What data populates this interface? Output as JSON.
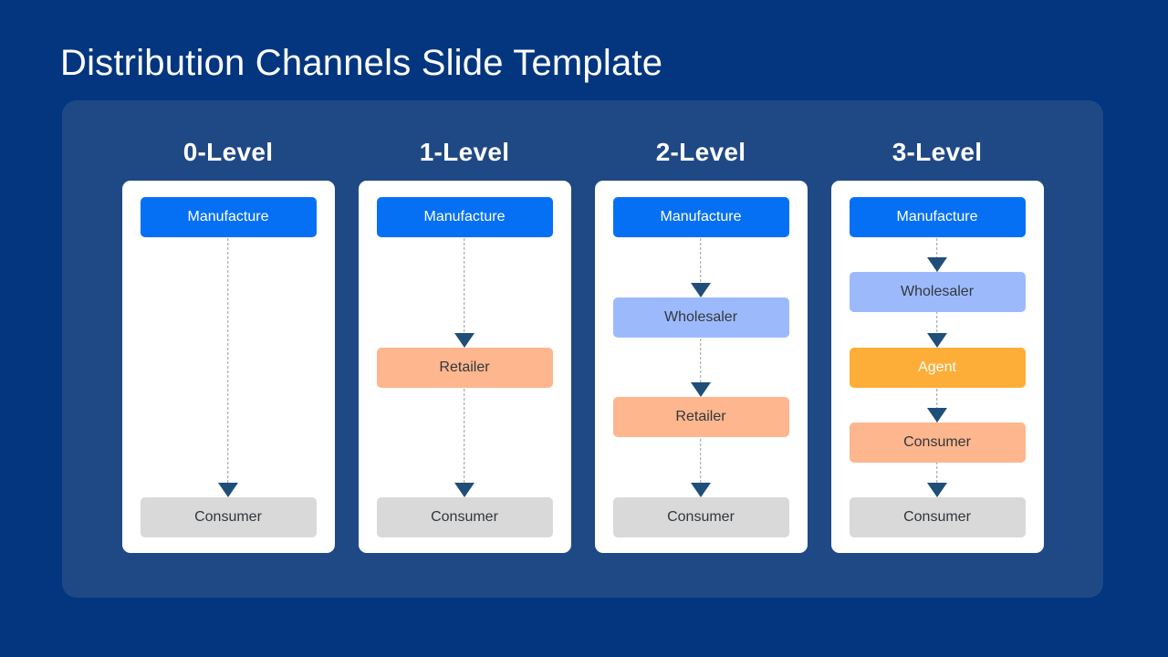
{
  "slide": {
    "title": "Distribution Channels Slide Template",
    "background_color": "#03367F",
    "panel_color": "#1F4985",
    "card_color": "#FFFFFF",
    "arrow_color": "#1F4E79",
    "dash_color": "#9A9A9A"
  },
  "node_colors": {
    "manufacture": "#0670F5",
    "wholesaler": "#9CBAFB",
    "agent": "#FDAE38",
    "retailer": "#FDB68E",
    "consumer": "#D9D9D9"
  },
  "columns": [
    {
      "header": "0-Level",
      "nodes": [
        {
          "label": "Manufacture",
          "type": "manufacture"
        },
        {
          "label": "Consumer",
          "type": "consumer"
        }
      ]
    },
    {
      "header": "1-Level",
      "nodes": [
        {
          "label": "Manufacture",
          "type": "manufacture"
        },
        {
          "label": "Retailer",
          "type": "retailer"
        },
        {
          "label": "Consumer",
          "type": "consumer"
        }
      ]
    },
    {
      "header": "2-Level",
      "nodes": [
        {
          "label": "Manufacture",
          "type": "manufacture"
        },
        {
          "label": "Wholesaler",
          "type": "wholesaler"
        },
        {
          "label": "Retailer",
          "type": "retailer"
        },
        {
          "label": "Consumer",
          "type": "consumer"
        }
      ]
    },
    {
      "header": "3-Level",
      "nodes": [
        {
          "label": "Manufacture",
          "type": "manufacture"
        },
        {
          "label": "Wholesaler",
          "type": "wholesaler"
        },
        {
          "label": "Agent",
          "type": "agent"
        },
        {
          "label": "Consumer",
          "type": "retailer"
        },
        {
          "label": "Consumer",
          "type": "consumer"
        }
      ]
    }
  ]
}
